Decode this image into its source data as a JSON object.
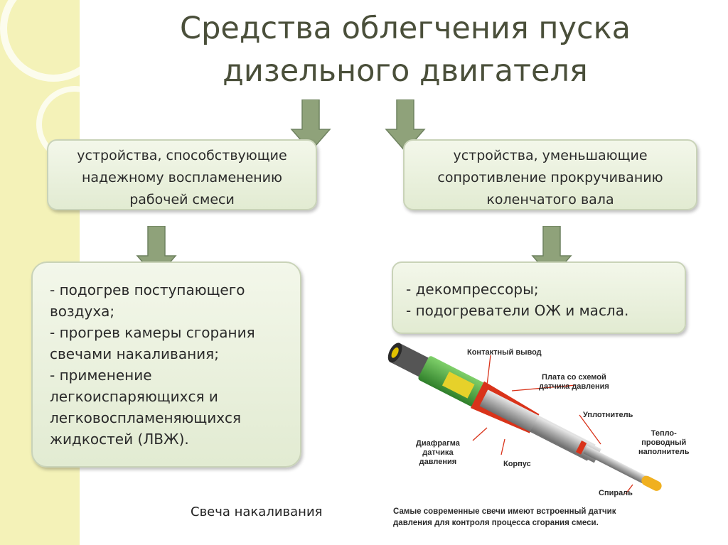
{
  "title": {
    "line1": "Средства облегчения пуска",
    "line2": "дизельного двигателя"
  },
  "left_category": {
    "lines": [
      "устройства, способствующие",
      "надежному воспламенению",
      "рабочей смеси"
    ]
  },
  "right_category": {
    "lines": [
      "устройства, уменьшающие",
      "сопротивление прокручиванию",
      "коленчатого вала"
    ]
  },
  "left_list": {
    "lines": [
      "- подогрев поступающего",
      "воздуха;",
      "- прогрев камеры сгорания",
      "свечами накаливания;",
      "- применение",
      "легкоиспаряющихся и",
      "легковоспламеняющихся",
      "жидкостей (ЛВЖ)."
    ]
  },
  "right_list": {
    "lines": [
      "- декомпрессоры;",
      "- подогреватели ОЖ и масла."
    ]
  },
  "caption": "Свеча накаливания",
  "glow_plug_labels": {
    "contact": "Контактный вывод",
    "board": [
      "Плата со схемой",
      "датчика давления"
    ],
    "seal": "Уплотнитель",
    "filler": [
      "Тепло-",
      "проводный",
      "наполнитель"
    ],
    "diaphragm": [
      "Диафрагма",
      "датчика",
      "давления"
    ],
    "body": "Корпус",
    "spiral": "Спираль",
    "note": [
      "Самые современные свечи имеют встроенный датчик",
      "давления для контроля процесса сгорания смеси."
    ]
  },
  "colors": {
    "box_fill": "#e6eed8",
    "arrow": "#8fa27a",
    "title": "#4a4f3a",
    "strip": "#f4f2b8"
  }
}
